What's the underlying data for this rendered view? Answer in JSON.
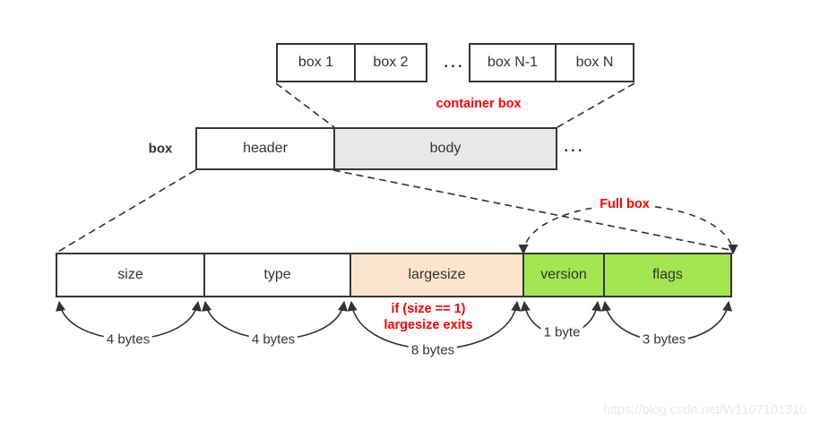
{
  "diagram": {
    "title_semantic": "ISO box structure diagram",
    "top_row": {
      "cells": [
        {
          "label": "box 1"
        },
        {
          "label": "box 2"
        },
        {
          "label": "box N-1"
        },
        {
          "label": "box N"
        }
      ],
      "ellipsis": "...",
      "caption": "container box"
    },
    "middle_row": {
      "row_label": "box",
      "cells": [
        {
          "label": "header"
        },
        {
          "label": "body"
        }
      ],
      "ellipsis": "..."
    },
    "bottom_row": {
      "cells": [
        {
          "label": "size",
          "size_label": "4 bytes"
        },
        {
          "label": "type",
          "size_label": "4 bytes"
        },
        {
          "label": "largesize",
          "size_label": "8 bytes"
        },
        {
          "label": "version",
          "size_label": "1 byte"
        },
        {
          "label": "flags",
          "size_label": "3 bytes"
        }
      ],
      "condition_line1": "if (size == 1)",
      "condition_line2": "largesize exits",
      "full_box_label": "Full box"
    },
    "colors": {
      "annotation_red": "#ff0000",
      "box_border": "#363636",
      "body_fill": "#e8e8e8",
      "largesize_fill": "#fbe5cc",
      "fullbox_green": "#a3e64f",
      "watermark_gray": "#e9e9e9"
    },
    "watermark": "https://blog.csdn.net/W1107101310"
  }
}
